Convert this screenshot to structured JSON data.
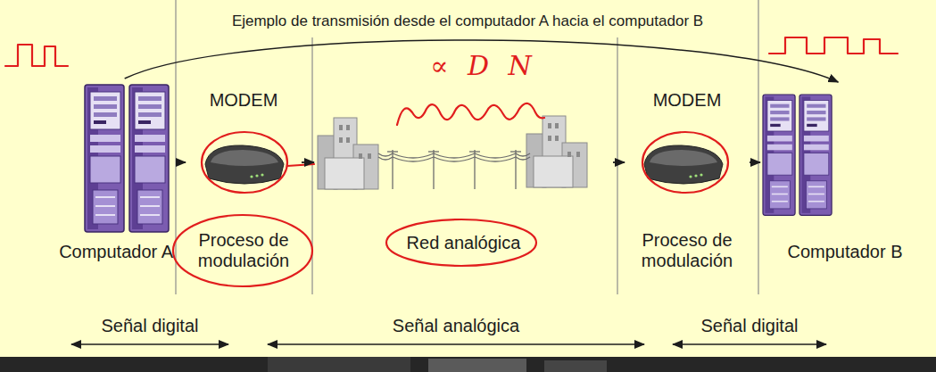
{
  "diagram": {
    "title": "Ejemplo de transmisión desde el computador A hacia el computador B",
    "nodes": [
      {
        "text": [
          "Computador A"
        ]
      },
      {
        "text": [
          "MODEM",
          "Proceso de modulación"
        ]
      },
      {
        "text": [
          "Red analógica"
        ]
      },
      {
        "text": [
          "MODEM",
          "Proceso de modulación"
        ]
      },
      {
        "text": [
          "Computador B"
        ]
      }
    ],
    "edges": [
      {
        "from": 0,
        "to": 1,
        "arrow": "to"
      },
      {
        "from": 1,
        "to": 2,
        "arrow": "to"
      },
      {
        "from": 2,
        "to": 3,
        "arrow": "to"
      },
      {
        "from": 3,
        "to": 4,
        "arrow": "to"
      },
      {
        "from": 0,
        "to": 4,
        "arrow": "to"
      }
    ],
    "labels": [
      "∝ D N",
      "Señal digital",
      "Señal analógica",
      "Señal digital"
    ]
  }
}
